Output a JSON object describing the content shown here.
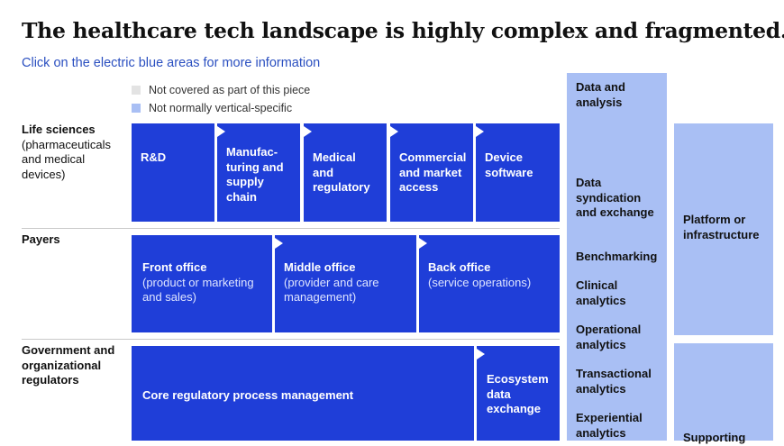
{
  "title": "The healthcare tech landscape is highly complex and fragmented.",
  "subtitle": "Click on the electric blue areas for more information",
  "legend": {
    "not_covered": "Not covered as part of this piece",
    "not_vertical": "Not normally vertical-specific"
  },
  "colors": {
    "electric_blue": "#1f3ed8",
    "light_blue": "#a9bff4",
    "grey": "#e3e3e3"
  },
  "rows": {
    "life_sciences": {
      "label": "Life sciences",
      "sub": "(pharmaceuticals and medical devices)"
    },
    "payers": {
      "label": "Payers"
    },
    "government": {
      "label": "Government and organizational regulators"
    }
  },
  "life_sciences_boxes": [
    "R&D",
    "Manufac-turing and supply chain",
    "Medical and regulatory",
    "Commercial and market access",
    "Device software"
  ],
  "payers_boxes": [
    {
      "label": "Front office",
      "sub": "(product or marketing and sales)"
    },
    {
      "label": "Middle office",
      "sub": "(provider and care management)"
    },
    {
      "label": "Back office",
      "sub": "(service operations)"
    }
  ],
  "government_boxes": [
    "Core regulatory process management",
    "Ecosystem data exchange"
  ],
  "data_column": {
    "heading": "Data and analysis",
    "items": [
      "Data syndication and exchange",
      "Benchmarking",
      "Clinical analytics",
      "Operational analytics",
      "Transactional analytics",
      "Experiential analytics"
    ]
  },
  "platform_column": {
    "label": "Platform or infrastructure",
    "supporting": "Supporting"
  }
}
